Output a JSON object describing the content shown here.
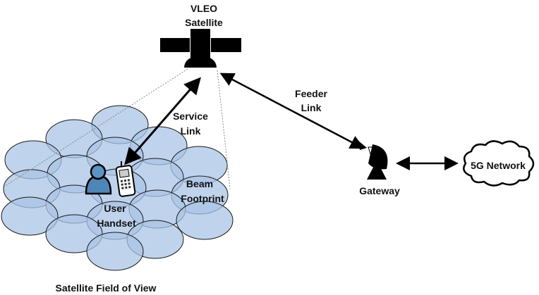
{
  "satellite": {
    "line1": "VLEO",
    "line2": "Satellite"
  },
  "service_link": {
    "line1": "Service",
    "line2": "Link"
  },
  "feeder_link": {
    "line1": "Feeder",
    "line2": "Link"
  },
  "beam_footprint": {
    "line1": "Beam",
    "line2": "Footprint"
  },
  "user_handset": {
    "line1": "User",
    "line2": "Handset"
  },
  "gateway": {
    "label": "Gateway"
  },
  "network": {
    "label": "5G Network"
  },
  "field_of_view": {
    "label": "Satellite Field of View"
  },
  "colors": {
    "beam_fill": "#a9c4e6",
    "beam_stroke": "#1a1a1a",
    "user_icon": "#4f86b8"
  }
}
